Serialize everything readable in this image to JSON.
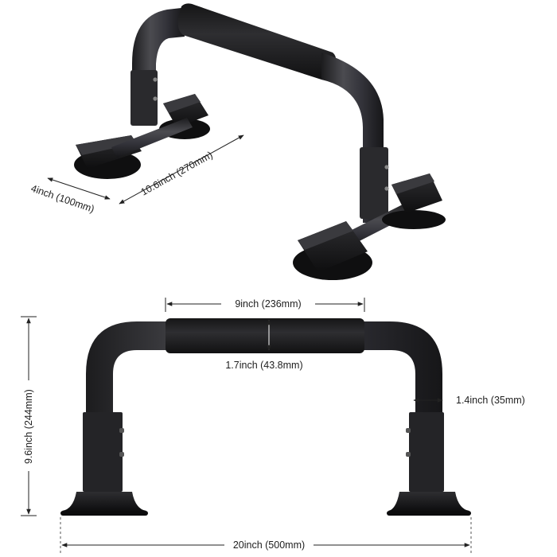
{
  "dimensions": {
    "depth": "4inch (100mm)",
    "length": "10.6inch (270mm)",
    "grip_length": "9inch (236mm)",
    "grip_diameter": "1.7inch (43.8mm)",
    "tube_diameter": "1.4inch (35mm)",
    "height": "9.6inch (244mm)",
    "base_width": "20inch (500mm)"
  },
  "colors": {
    "frame": "#2b2b2d",
    "frame_highlight": "#4a4a4e",
    "foam": "#1f1f21",
    "base": "#161617",
    "line": "#222222"
  }
}
